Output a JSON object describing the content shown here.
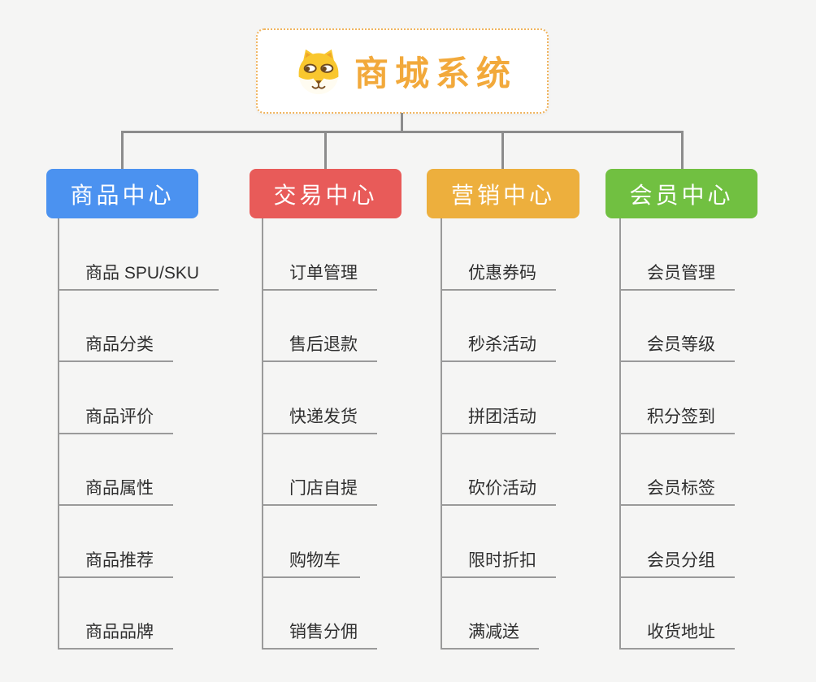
{
  "root": {
    "title": "商城系统",
    "icon": "dog-icon"
  },
  "branches": [
    {
      "label": "商品中心",
      "color": "#4b92f0",
      "children": [
        "商品 SPU/SKU",
        "商品分类",
        "商品评价",
        "商品属性",
        "商品推荐",
        "商品品牌"
      ]
    },
    {
      "label": "交易中心",
      "color": "#e85b59",
      "children": [
        "订单管理",
        "售后退款",
        "快递发货",
        "门店自提",
        "购物车",
        "销售分佣"
      ]
    },
    {
      "label": "营销中心",
      "color": "#edaf3d",
      "children": [
        "优惠券码",
        "秒杀活动",
        "拼团活动",
        "砍价活动",
        "限时折扣",
        "满减送"
      ]
    },
    {
      "label": "会员中心",
      "color": "#71c041",
      "children": [
        "会员管理",
        "会员等级",
        "积分签到",
        "会员标签",
        "会员分组",
        "收货地址"
      ]
    }
  ],
  "colors": {
    "background": "#f5f5f4",
    "connector": "#8c8c8c",
    "leaf_line": "#9a9a9a",
    "leaf_text": "#2f2f2f",
    "root_text": "#f2a93b",
    "root_border": "#f0b45e"
  }
}
